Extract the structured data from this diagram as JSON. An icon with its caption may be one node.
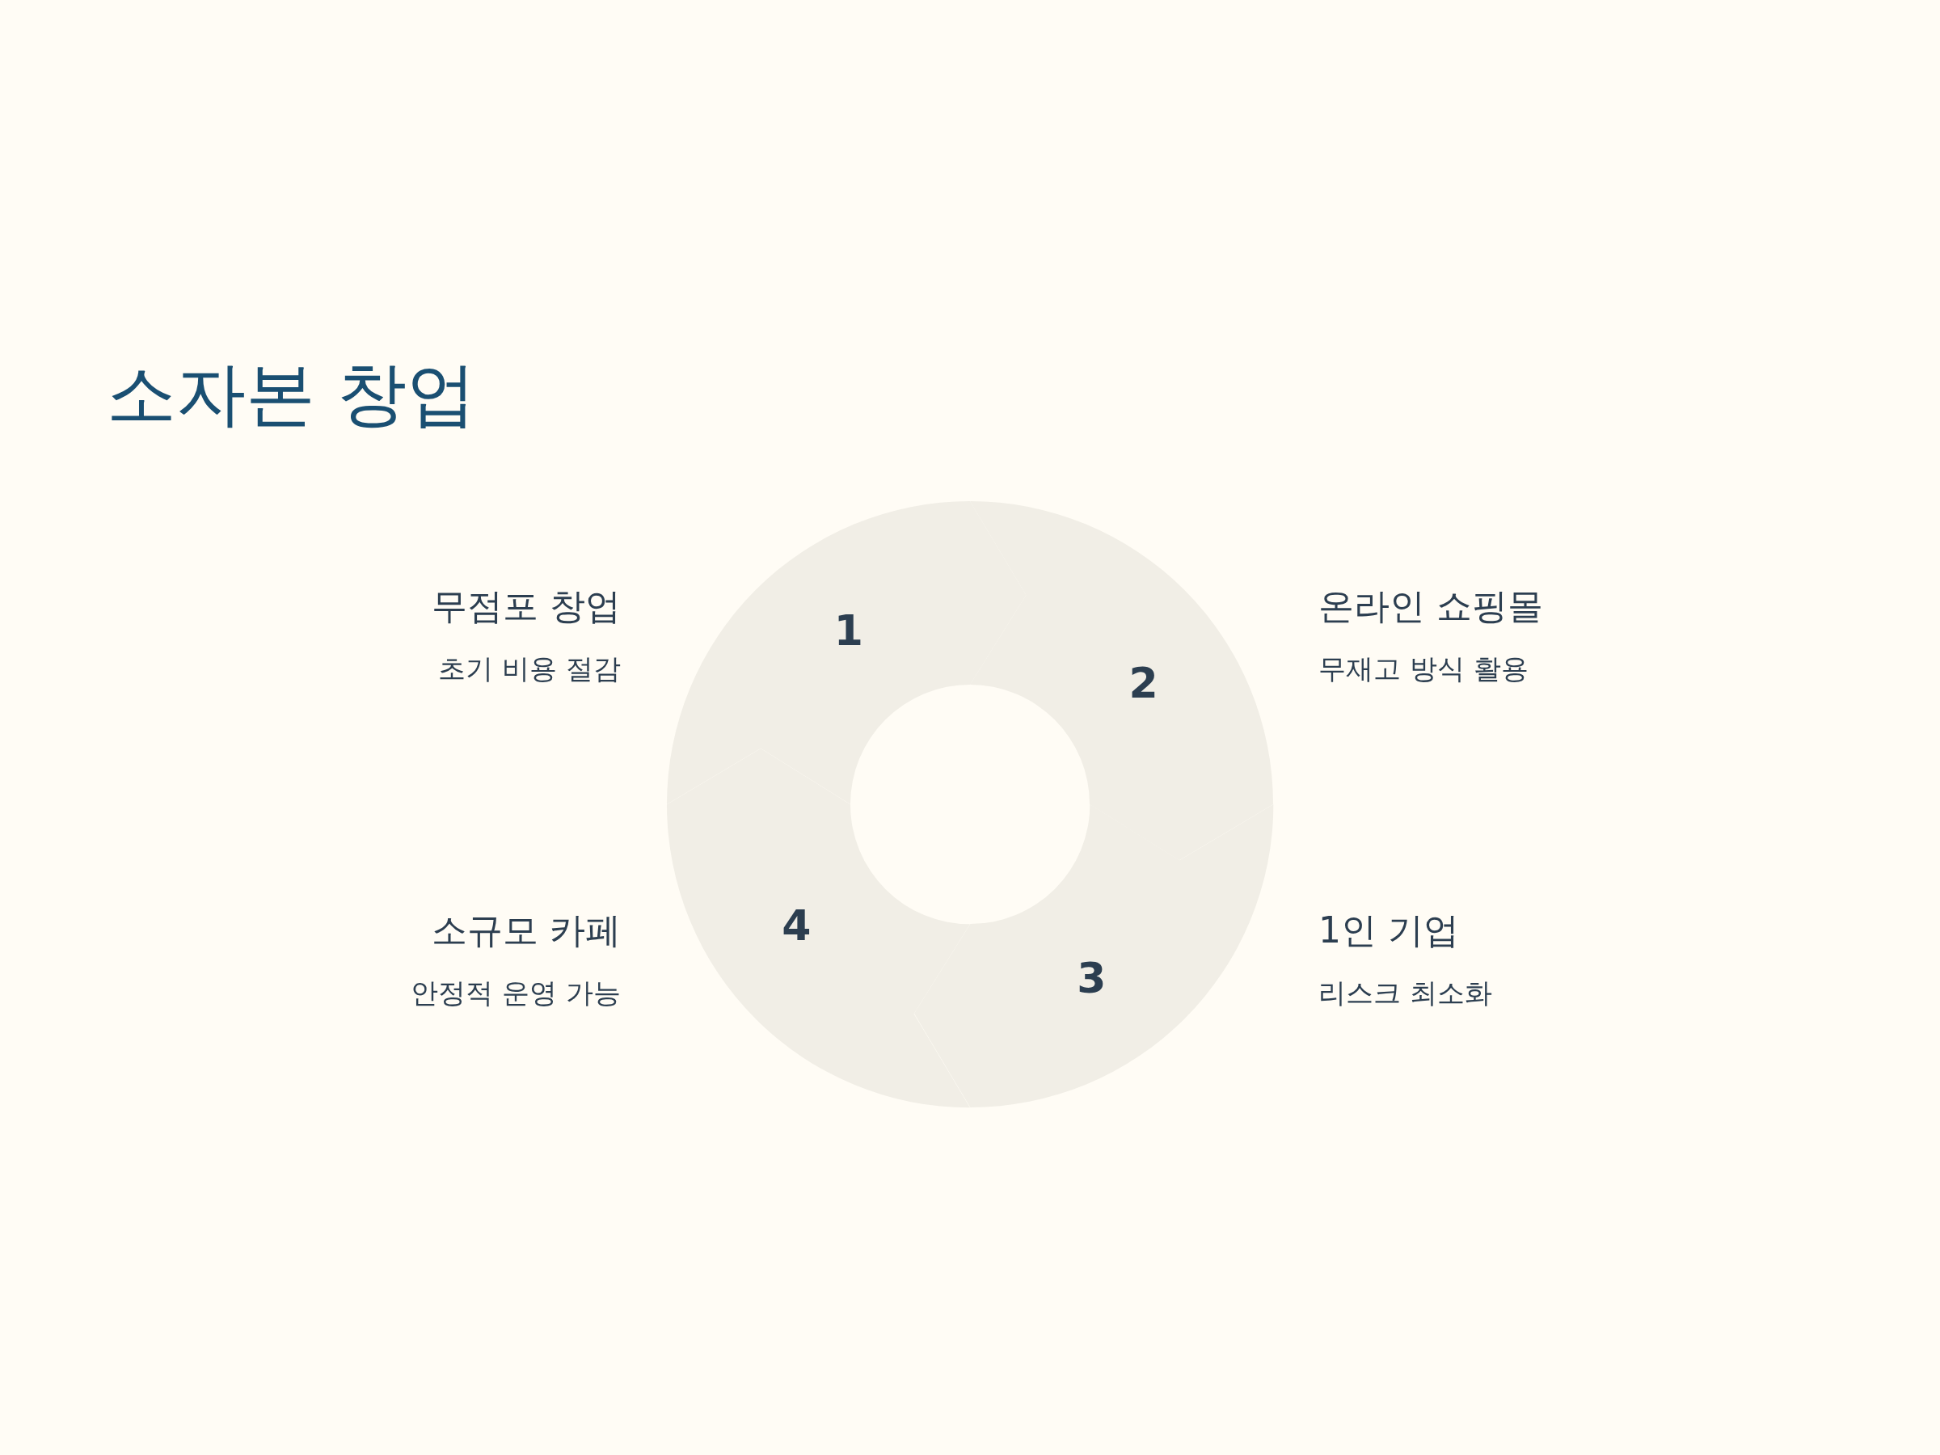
{
  "diagram": {
    "title": "소자본 창업",
    "nodes": [
      {
        "text": [
          "1"
        ],
        "beside": [
          "무점포 창업",
          "초기 비용 절감"
        ]
      },
      {
        "text": [
          "2"
        ],
        "beside": [
          "온라인 쇼핑몰",
          "무재고 방식 활용"
        ]
      },
      {
        "text": [
          "3"
        ],
        "beside": [
          "1인 기업",
          "리스크 최소화"
        ]
      },
      {
        "text": [
          "4"
        ],
        "beside": [
          "소규모 카페",
          "안정적 운영 가능"
        ]
      }
    ],
    "edges": []
  }
}
